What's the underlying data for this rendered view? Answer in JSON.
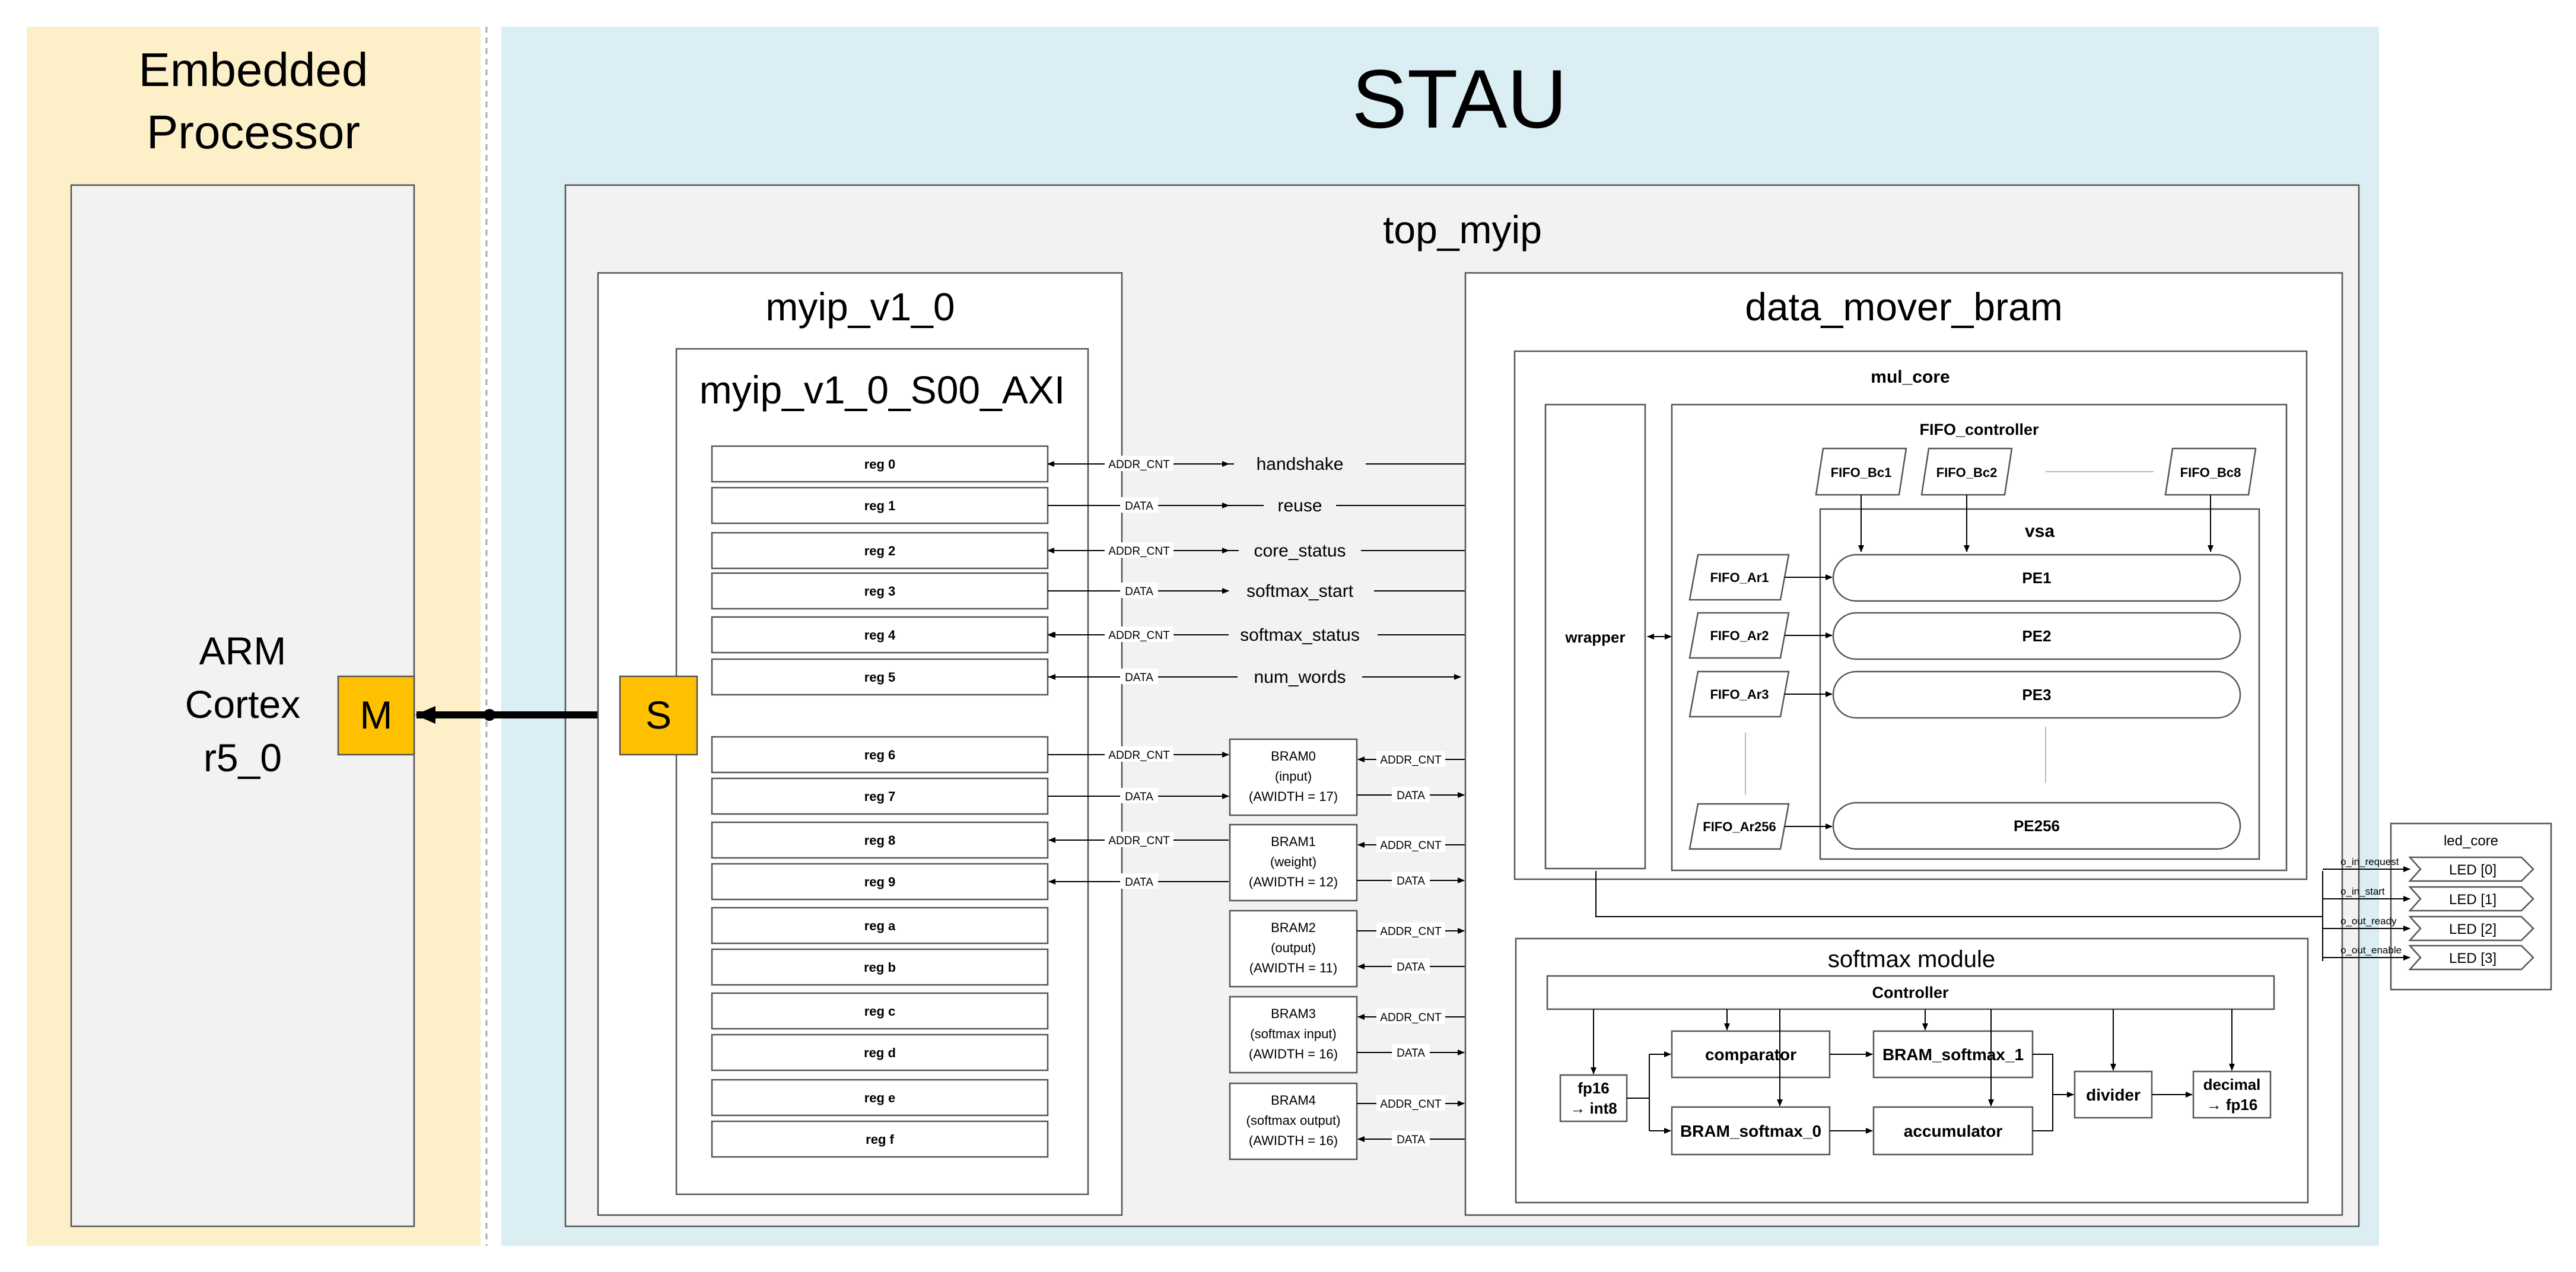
{
  "regions": {
    "embedded_title_1": "Embedded",
    "embedded_title_2": "Processor",
    "stau_title": "STAU",
    "top_myip": "top_myip",
    "arm_1": "ARM",
    "arm_2": "Cortex",
    "arm_3": "r5_0",
    "master": "M",
    "slave": "S"
  },
  "myip": {
    "title": "myip_v1_0",
    "axi_title": "myip_v1_0_S00_AXI",
    "registers": [
      "reg 0",
      "reg 1",
      "reg 2",
      "reg 3",
      "reg 4",
      "reg 5",
      "reg 6",
      "reg 7",
      "reg 8",
      "reg 9",
      "reg a",
      "reg b",
      "reg c",
      "reg d",
      "reg e",
      "reg f"
    ]
  },
  "signals": {
    "handshake": "handshake",
    "reuse": "reuse",
    "core_status": "core_status",
    "softmax_start": "softmax_start",
    "softmax_status": "softmax_status",
    "num_words": "num_words",
    "addr": "ADDR_CNT",
    "data": "DATA"
  },
  "brams": [
    {
      "name": "BRAM0",
      "kind": "(input)",
      "width": "(AWIDTH = 17)"
    },
    {
      "name": "BRAM1",
      "kind": "(weight)",
      "width": "(AWIDTH = 12)"
    },
    {
      "name": "BRAM2",
      "kind": "(output)",
      "width": "(AWIDTH = 11)"
    },
    {
      "name": "BRAM3",
      "kind": "(softmax input)",
      "width": "(AWIDTH = 16)"
    },
    {
      "name": "BRAM4",
      "kind": "(softmax output)",
      "width": "(AWIDTH = 16)"
    }
  ],
  "data_mover": {
    "title": "data_mover_bram",
    "mul_core": "mul_core",
    "wrapper": "wrapper",
    "fifo_controller": "FIFO_controller",
    "vsa": "vsa",
    "fifo_bc": [
      "FIFO_Bc1",
      "FIFO_Bc2",
      "FIFO_Bc8"
    ],
    "fifo_ar": [
      "FIFO_Ar1",
      "FIFO_Ar2",
      "FIFO_Ar3",
      "FIFO_Ar256"
    ],
    "pes": [
      "PE1",
      "PE2",
      "PE3",
      "PE256"
    ]
  },
  "softmax": {
    "title": "softmax module",
    "controller": "Controller",
    "fp16_1": "fp16",
    "fp16_2": "→ int8",
    "comparator": "comparator",
    "bram_softmax_1": "BRAM_softmax_1",
    "bram_softmax_0": "BRAM_softmax_0",
    "accumulator": "accumulator",
    "divider": "divider",
    "decimal_1": "decimal",
    "decimal_2": "→ fp16"
  },
  "led_core": {
    "title": "led_core",
    "signals": [
      "o_in_request",
      "o_in_start",
      "o_out_ready",
      "o_out_enable"
    ],
    "leds": [
      "LED [0]",
      "LED [1]",
      "LED [2]",
      "LED [3]"
    ]
  },
  "colors": {
    "embedded_bg": "#fdf0c8",
    "stau_bg": "#daeef4",
    "port": "#ffc000",
    "panel": "#f2f2f2"
  }
}
